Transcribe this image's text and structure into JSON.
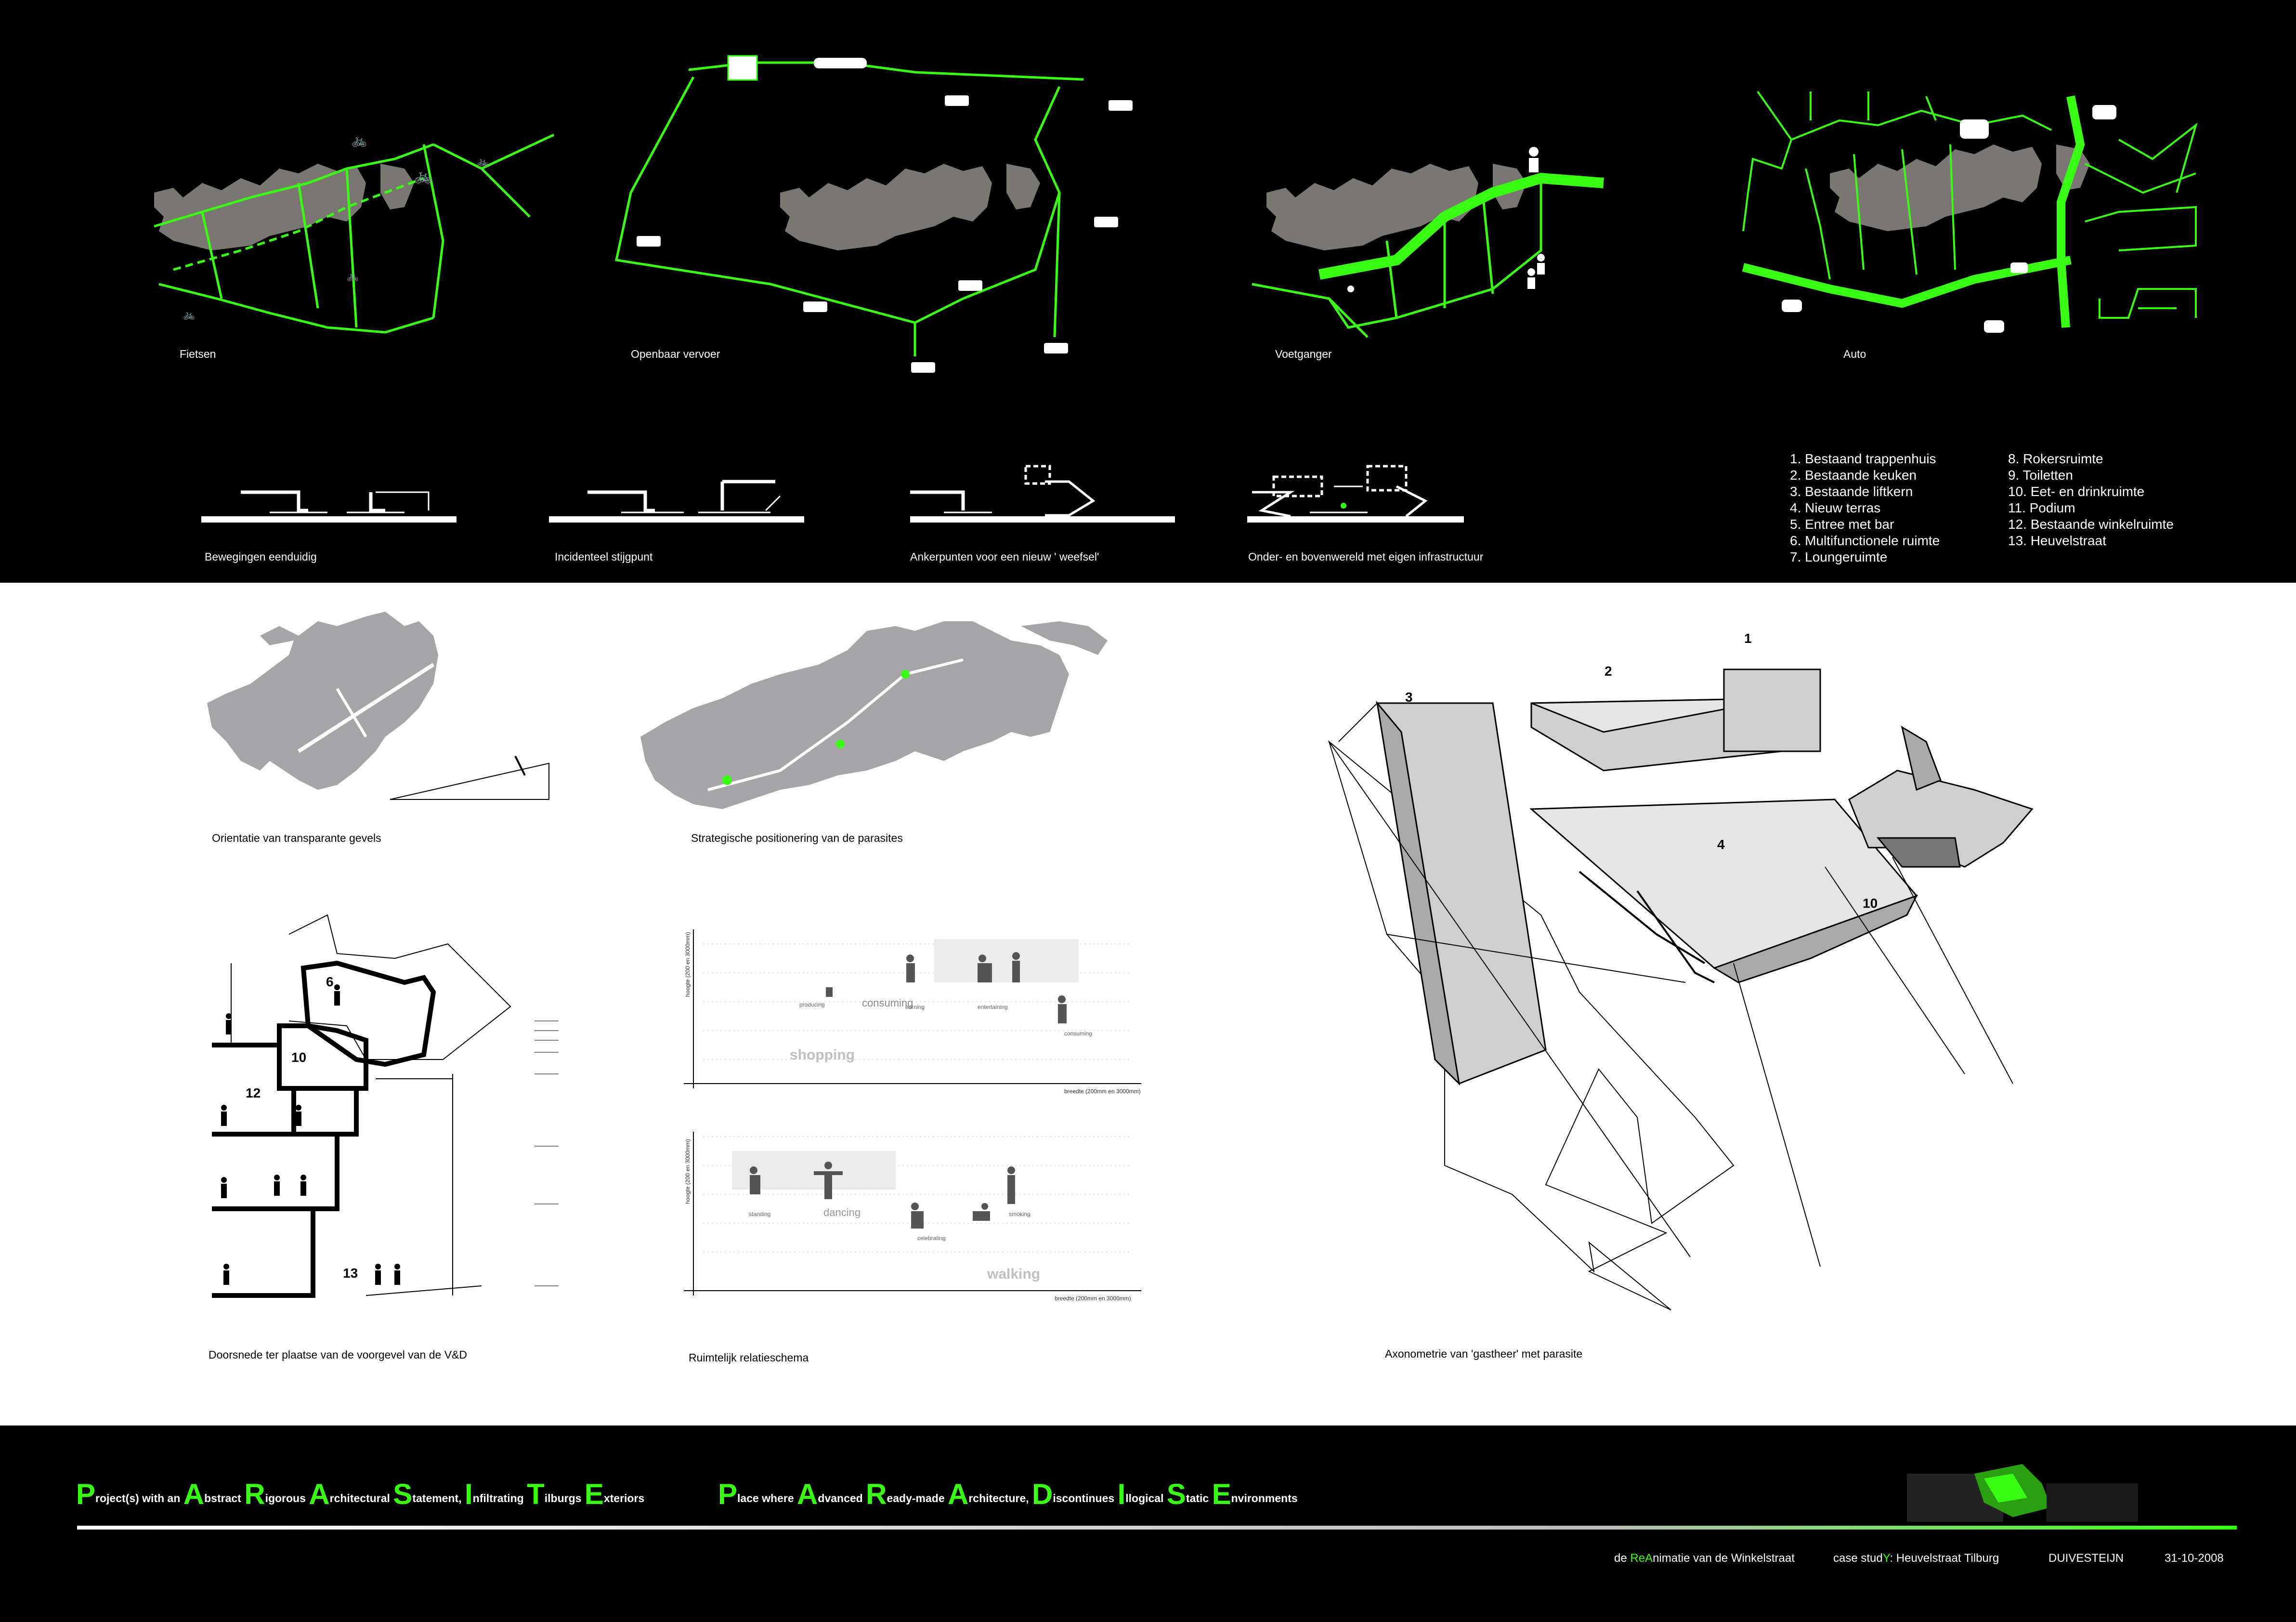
{
  "maps": {
    "fietsen": "Fietsen",
    "openbaar": "Openbaar vervoer",
    "voetganger": "Voetganger",
    "auto": "Auto"
  },
  "movement": {
    "m1": "Bewegingen eenduidig",
    "m2": "Incidenteel stijgpunt",
    "m3": "Ankerpunten voor een nieuw ' weefsel'",
    "m4": "Onder- en bovenwereld met eigen infrastructuur"
  },
  "legend": {
    "col1": [
      "1. Bestaand trappenhuis",
      "2. Bestaande keuken",
      "3. Bestaande liftkern",
      "4. Nieuw terras",
      "5. Entree met bar",
      "6. Multifunctionele ruimte",
      "7. Loungeruimte"
    ],
    "col2": [
      "8. Rokersruimte",
      "9. Toiletten",
      "10. Eet- en drinkruimte",
      "11. Podium",
      "12. Bestaande winkelruimte",
      "13. Heuvelstraat"
    ]
  },
  "mid": {
    "orientatie": "Orientatie van transparante gevels",
    "strategische": "Strategische positionering van de parasites",
    "doorsnede": "Doorsnede ter plaatse van de voorgevel van de V&D",
    "ruimtelijk": "Ruimtelijk relatieschema",
    "axonometrie": "Axonometrie van 'gastheer' met parasite"
  },
  "schema": {
    "words_top": [
      "shopping",
      "consuming",
      "producing",
      "earning",
      "entertaining",
      "consuming"
    ],
    "words_bottom": [
      "walking",
      "dancing",
      "standing",
      "celebrating",
      "smoking"
    ],
    "xlabel": "breedte (200mm en 3000mm)",
    "ylabel": "hoogte (200 en 3000mm)"
  },
  "axo_labels": [
    "1",
    "2",
    "3",
    "4",
    "10"
  ],
  "section_labels": [
    "6",
    "10",
    "12",
    "13"
  ],
  "title": {
    "part1": [
      {
        "cap": "P",
        "rest": "roject(s) with an "
      },
      {
        "cap": "A",
        "rest": "bstract "
      },
      {
        "cap": "R",
        "rest": "igorous "
      },
      {
        "cap": "A",
        "rest": "rchitectural "
      },
      {
        "cap": "S",
        "rest": "tatement, "
      },
      {
        "cap": "I",
        "rest": "nfiltrating "
      },
      {
        "cap": "T",
        "rest": "ilburgs "
      },
      {
        "cap": "E",
        "rest": "xteriors"
      }
    ],
    "part2": [
      {
        "cap": "P",
        "rest": "lace where "
      },
      {
        "cap": "A",
        "rest": "dvanced "
      },
      {
        "cap": "R",
        "rest": "eady-made "
      },
      {
        "cap": "A",
        "rest": "rchitecture, "
      },
      {
        "cap": "D",
        "rest": "iscontinues "
      },
      {
        "cap": "I",
        "rest": "llogical "
      },
      {
        "cap": "S",
        "rest": "tatic "
      },
      {
        "cap": "E",
        "rest": "nvironments"
      }
    ]
  },
  "footer": {
    "f1_a": "de ",
    "f1_b": "ReA",
    "f1_c": "nimatie van de Winkelstraat",
    "f2_a": "case stud",
    "f2_b": "Y",
    "f2_c": ": Heuvelstraat Tilburg",
    "author": "DUIVESTEIJN",
    "date": "31-10-2008"
  },
  "colors": {
    "accent": "#39ff14",
    "building": "#7a7670",
    "bg_dark": "#000000",
    "bg_light": "#ffffff"
  }
}
